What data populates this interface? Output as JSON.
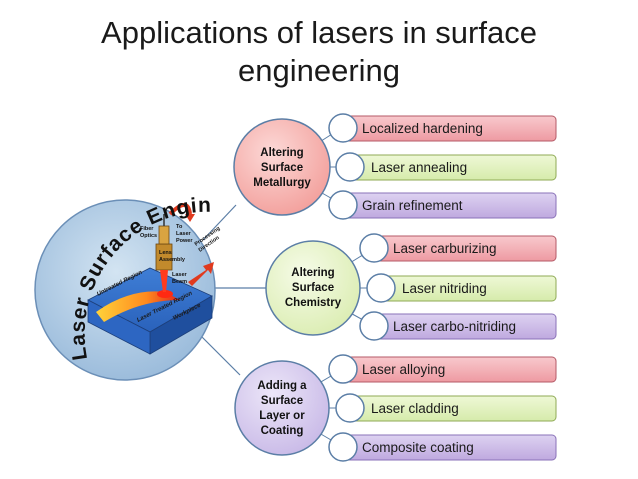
{
  "title": {
    "line1": "Applications of lasers in surface",
    "line2": "engineering"
  },
  "hub": {
    "label": "Laser Surface Engineering",
    "illustration": {
      "fiber_optics": [
        "Fiber",
        "Optics"
      ],
      "to_laser_power": [
        "To",
        "Laser",
        "Power"
      ],
      "lens_assembly": [
        "Lens",
        "Assembly"
      ],
      "laser_beam": [
        "Laser",
        "Beam"
      ],
      "processing_direction": [
        "Processing",
        "Direction"
      ],
      "untreated_region": "Untreated Region",
      "laser_treated_region": "Laser Treated Region",
      "workpiece": "Workpiece"
    }
  },
  "groups": [
    {
      "lines": [
        "Altering",
        "Surface",
        "Metallurgy"
      ],
      "items": [
        "Localized hardening",
        "Laser annealing",
        "Grain refinement"
      ]
    },
    {
      "lines": [
        "Altering",
        "Surface",
        "Chemistry"
      ],
      "items": [
        "Laser carburizing",
        "Laser nitriding",
        "Laser carbo-nitriding"
      ]
    },
    {
      "lines": [
        "Adding a",
        "Surface",
        "Layer or",
        "Coating"
      ],
      "items": [
        "Laser alloying",
        "Laser cladding",
        "Composite coating"
      ]
    }
  ],
  "colors": {
    "item_red": "#f2a6ad",
    "item_green": "#dff0b8",
    "item_purple": "#cbb9e6",
    "circle_red": "#f7b6b3",
    "circle_green": "#e8f4c8",
    "circle_purple": "#d8cdef",
    "connector": "#5b7ea6",
    "hub_fill": "#a5c3de"
  }
}
